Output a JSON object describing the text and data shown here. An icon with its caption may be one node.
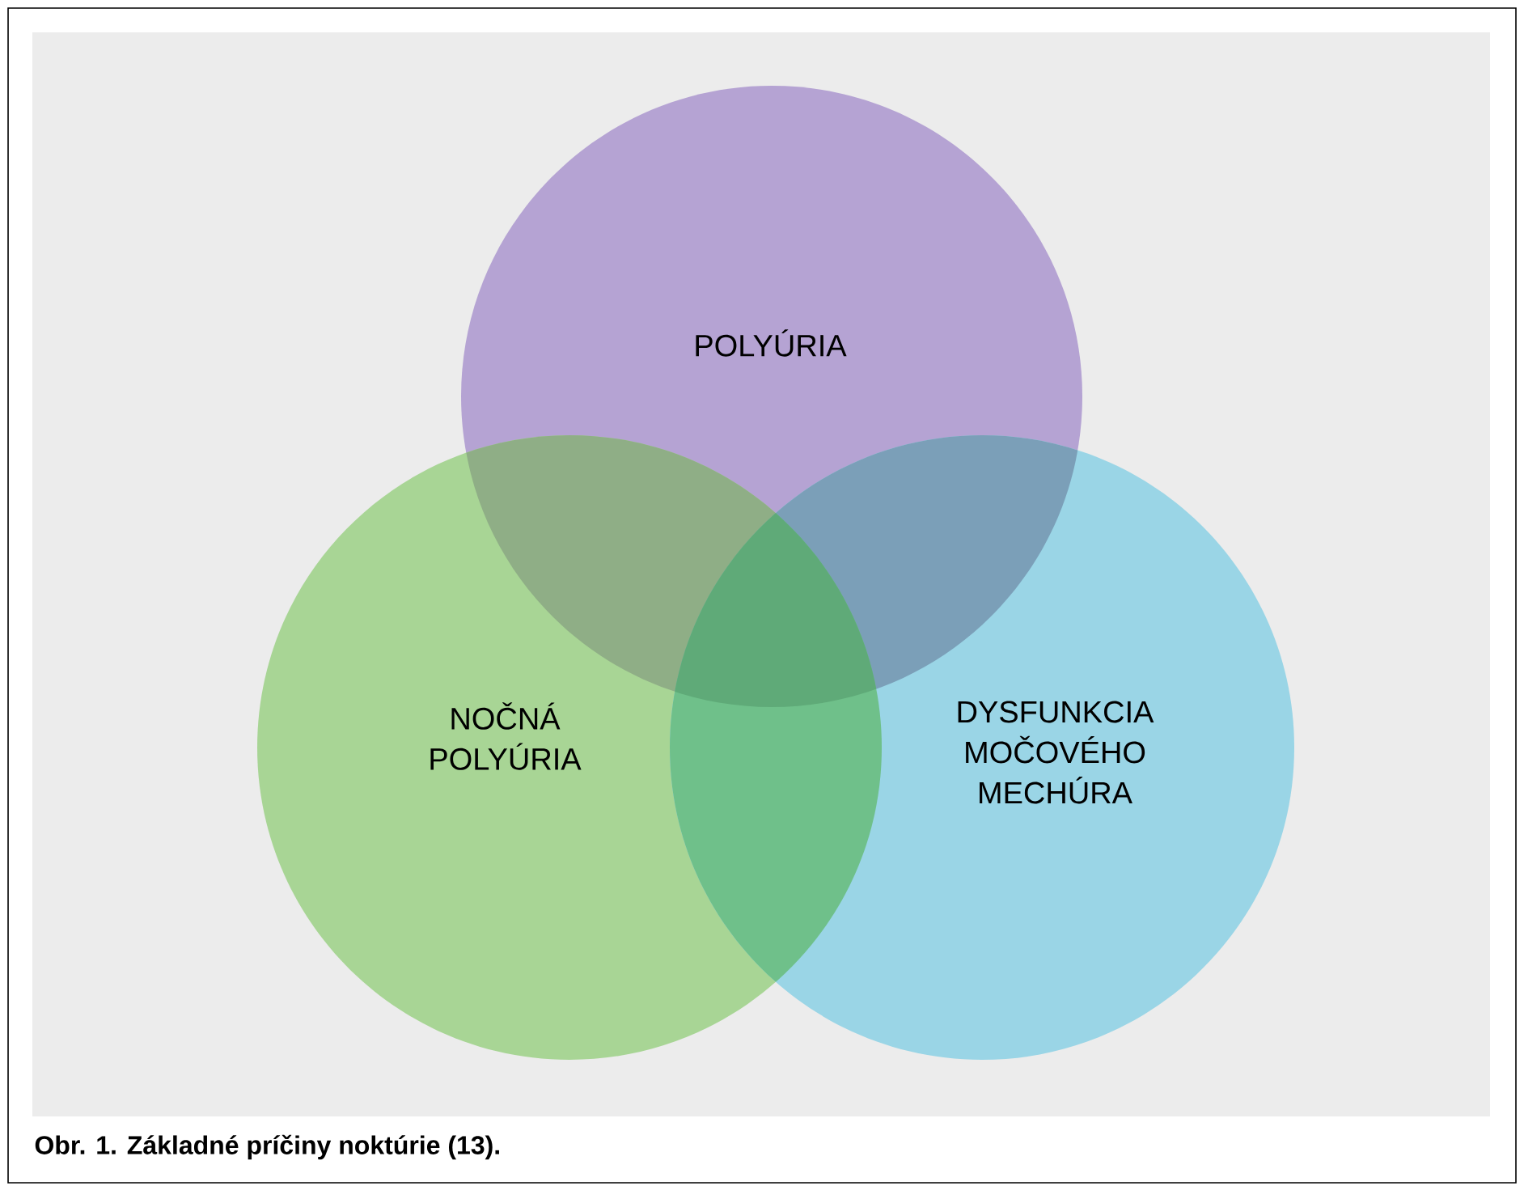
{
  "diagram": {
    "caption": "Obr. 1. Základné príčiny noktúrie (13).",
    "nodes": [
      {
        "text": [
          "POLYÚRIA"
        ]
      },
      {
        "text": [
          "NOČNÁ POLYÚRIA"
        ]
      },
      {
        "text": [
          "DYSFUNKCIA MOČOVÉHO MECHÚRA"
        ]
      }
    ]
  }
}
